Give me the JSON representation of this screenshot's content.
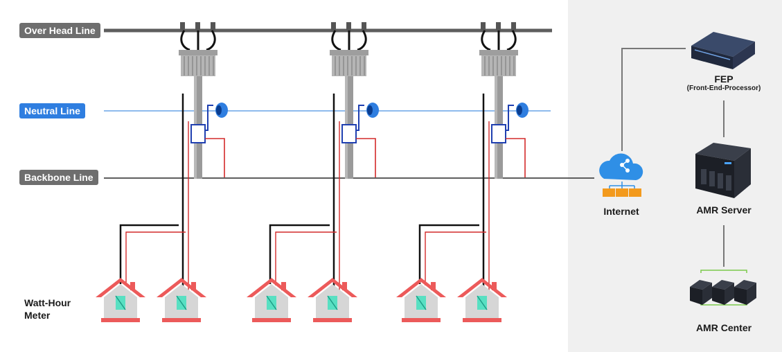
{
  "lines": {
    "overhead": "Over Head Line",
    "neutral": "Neutral Line",
    "backbone": "Backbone Line"
  },
  "meter_label": [
    "Watt-Hour",
    "Meter"
  ],
  "network": {
    "internet": "Internet",
    "fep_title": "FEP",
    "fep_sub": "(Front-End-Processor)",
    "server": "AMR Server",
    "center": "AMR Center"
  },
  "colors": {
    "panel": "#f0f0f0",
    "line_gray": "#5e5e5e",
    "neutral_blue": "#4a90e2",
    "wire_red": "#d42a2a",
    "wire_black": "#111111",
    "roof": "#ec5a5a",
    "meter_teal": "#58e0c2",
    "cloud": "#2f8fe6",
    "folder": "#f39a1d",
    "server_green": "#7bc94a"
  }
}
